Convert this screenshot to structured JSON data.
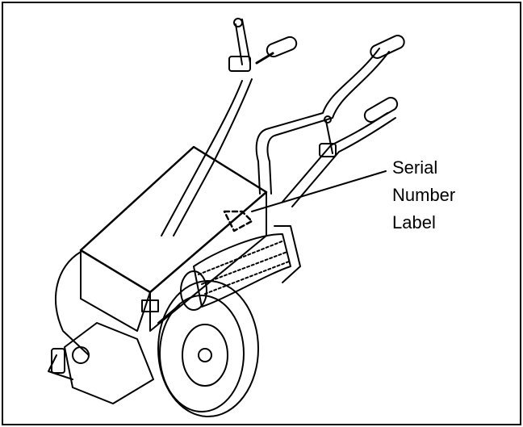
{
  "callout": {
    "line1": "Serial",
    "line2": "Number",
    "line3": "Label"
  },
  "colors": {
    "ink": "#000000",
    "paper": "#ffffff"
  }
}
